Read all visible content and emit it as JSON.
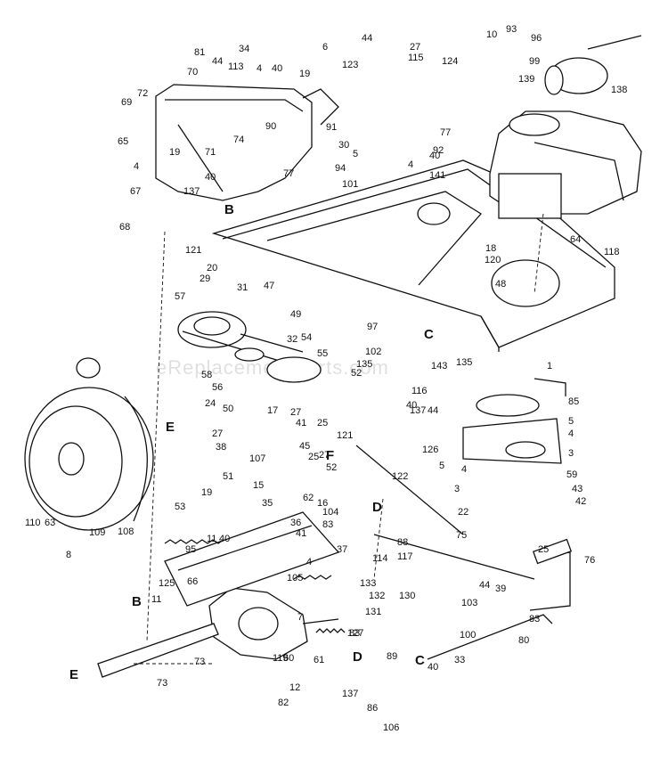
{
  "watermark": "eReplacementParts.com",
  "callouts": [
    "81",
    "44",
    "113",
    "34",
    "70",
    "4",
    "40",
    "69",
    "72",
    "74",
    "90",
    "65",
    "71",
    "19",
    "77",
    "137",
    "40",
    "4",
    "67",
    "68",
    "121",
    "6",
    "44",
    "27",
    "115",
    "19",
    "123",
    "91",
    "124",
    "30",
    "5",
    "94",
    "4",
    "40",
    "92",
    "77",
    "101",
    "141",
    "10",
    "93",
    "96",
    "99",
    "139",
    "138",
    "64",
    "118",
    "18",
    "120",
    "48",
    "29",
    "20",
    "31",
    "47",
    "57",
    "49",
    "32",
    "54",
    "97",
    "102",
    "135",
    "135",
    "143",
    "55",
    "1",
    "58",
    "56",
    "24",
    "52",
    "116",
    "40",
    "137",
    "85",
    "5",
    "4",
    "3",
    "50",
    "17",
    "27",
    "41",
    "25",
    "121",
    "44",
    "27",
    "38",
    "45",
    "25",
    "126",
    "27",
    "52",
    "59",
    "43",
    "42",
    "22",
    "5",
    "4",
    "3",
    "107",
    "51",
    "19",
    "15",
    "35",
    "62",
    "16",
    "104",
    "83",
    "122",
    "53",
    "36",
    "41",
    "25",
    "76",
    "75",
    "88",
    "117",
    "114",
    "8",
    "95",
    "66",
    "11",
    "40",
    "4",
    "37",
    "133",
    "132",
    "130",
    "125",
    "11",
    "44",
    "39",
    "103",
    "80",
    "83",
    "105",
    "7",
    "127",
    "131",
    "83",
    "119",
    "60",
    "61",
    "12",
    "100",
    "33",
    "73",
    "73",
    "82",
    "89",
    "40",
    "137",
    "86",
    "106",
    "110",
    "63",
    "109",
    "108"
  ],
  "ref_letters": [
    "B",
    "B",
    "C",
    "C",
    "D",
    "D",
    "E",
    "E",
    "F"
  ]
}
